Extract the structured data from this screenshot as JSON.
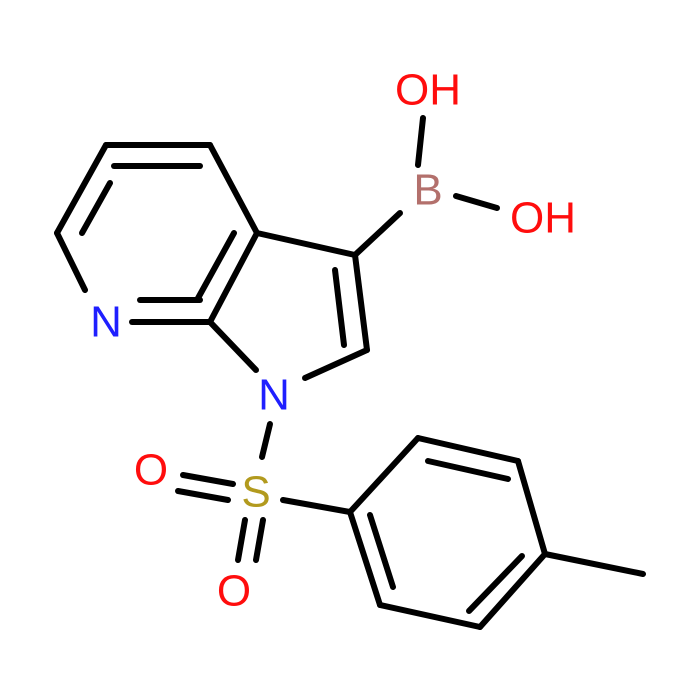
{
  "molecule": {
    "colors": {
      "bond": "#000000",
      "nitrogen": "#1f1fff",
      "oxygen": "#ff0d0d",
      "sulfur": "#b29a1e",
      "boron": "#b3706c"
    },
    "atoms": [
      {
        "id": "oh_top",
        "label": "OH",
        "element": "oxygen"
      },
      {
        "id": "b",
        "label": "B",
        "element": "boron"
      },
      {
        "id": "oh_right",
        "label": "OH",
        "element": "oxygen"
      },
      {
        "id": "n_pyridine",
        "label": "N",
        "element": "nitrogen"
      },
      {
        "id": "n_pyrrole",
        "label": "N",
        "element": "nitrogen"
      },
      {
        "id": "o_upper",
        "label": "O",
        "element": "oxygen"
      },
      {
        "id": "s",
        "label": "S",
        "element": "sulfur"
      },
      {
        "id": "o_lower",
        "label": "O",
        "element": "oxygen"
      }
    ]
  }
}
